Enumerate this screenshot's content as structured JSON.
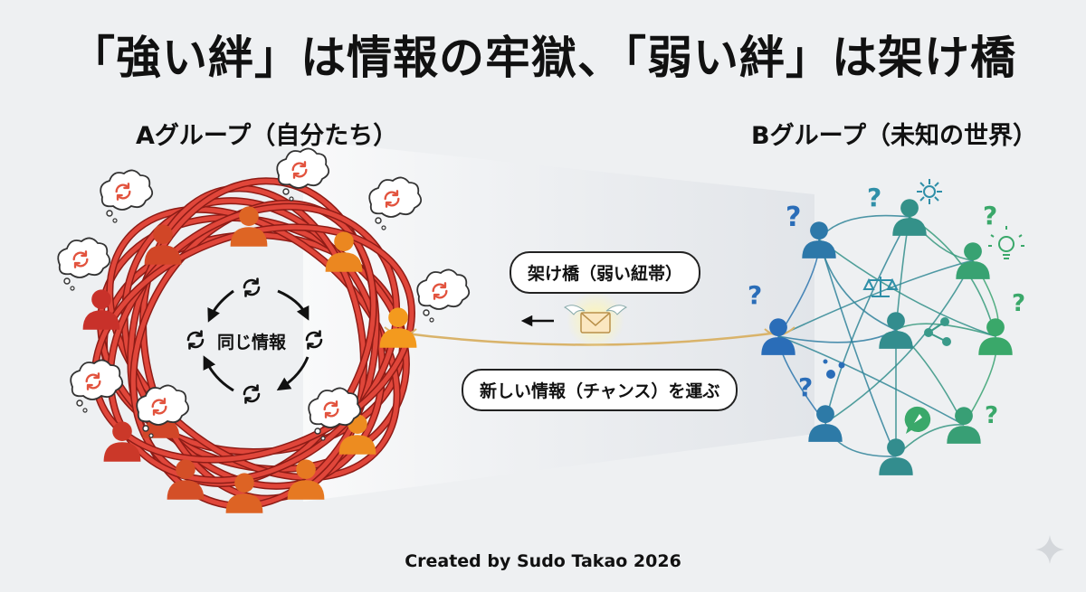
{
  "title": "「強い絆」は情報の牢獄、「弱い絆」は架け橋",
  "group_a": {
    "label": "Aグループ（自分たち）",
    "center_label": "同じ情報",
    "color_range": [
      "#c8302a",
      "#f39a1e"
    ]
  },
  "group_b": {
    "label": "Bグループ（未知の世界）",
    "color_range": [
      "#2a6db8",
      "#3aa86a"
    ]
  },
  "bridge": {
    "label": "架け橋（弱い紐帯）",
    "message": "新しい情報（チャンス）を運ぶ",
    "color": "#d9b36a"
  },
  "credit": "Created by Sudo Takao 2026",
  "icons": [
    "refresh-icon",
    "person-icon",
    "question-icon",
    "lightbulb-icon",
    "scale-icon",
    "network-icon",
    "compass-icon",
    "gear-icon",
    "envelope-icon",
    "sparkle-icon"
  ]
}
